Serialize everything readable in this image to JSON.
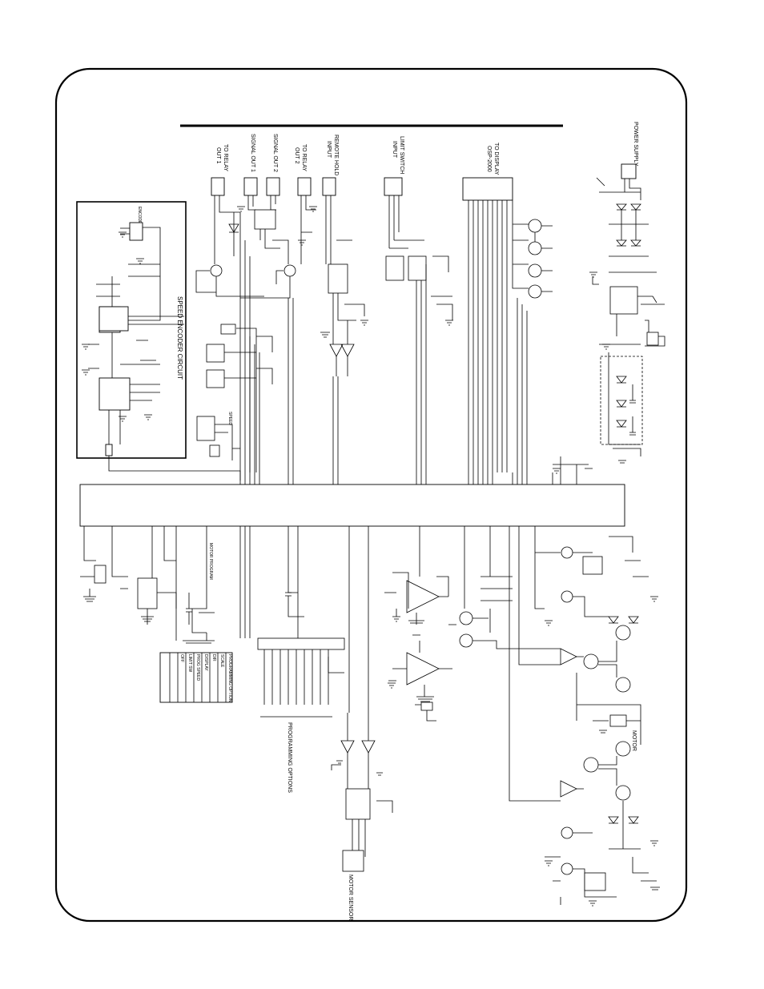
{
  "labels": {
    "power_supply": "POWER SUPPLY",
    "to_display": "TO DISPLAY",
    "display_part": "OSP-2000",
    "limit_switch": "LIMIT SWITCH",
    "limit_input": "INPUT",
    "remote_hold": "REMOTE HOLD",
    "remote_input": "INPUT",
    "to_relay_2": "TO RELAY",
    "out_2": "OUT 2",
    "signal_out_2": "SIGNAL OUT 2",
    "signal_out_1": "SIGNAL OUT 1",
    "to_relay_1": "TO RELAY",
    "out_1": "OUT 1",
    "speed_encoder": "SPEED ENCODER CIRCUIT",
    "encoder": "ENCODER",
    "programming_options": "PROGRAMMING OPTIONS",
    "motor_sensor": "MOTOR SENSOR",
    "motor": "MOTOR",
    "motor_program": "MOTOR PROGRAM",
    "speed": "SPEED"
  },
  "options_table": {
    "rows": [
      "PROGRAMMING OPTION",
      "SCALE",
      "DIR",
      "DISPLAY",
      "PROG SPEED",
      "LIMIT SW",
      "OFF"
    ]
  }
}
